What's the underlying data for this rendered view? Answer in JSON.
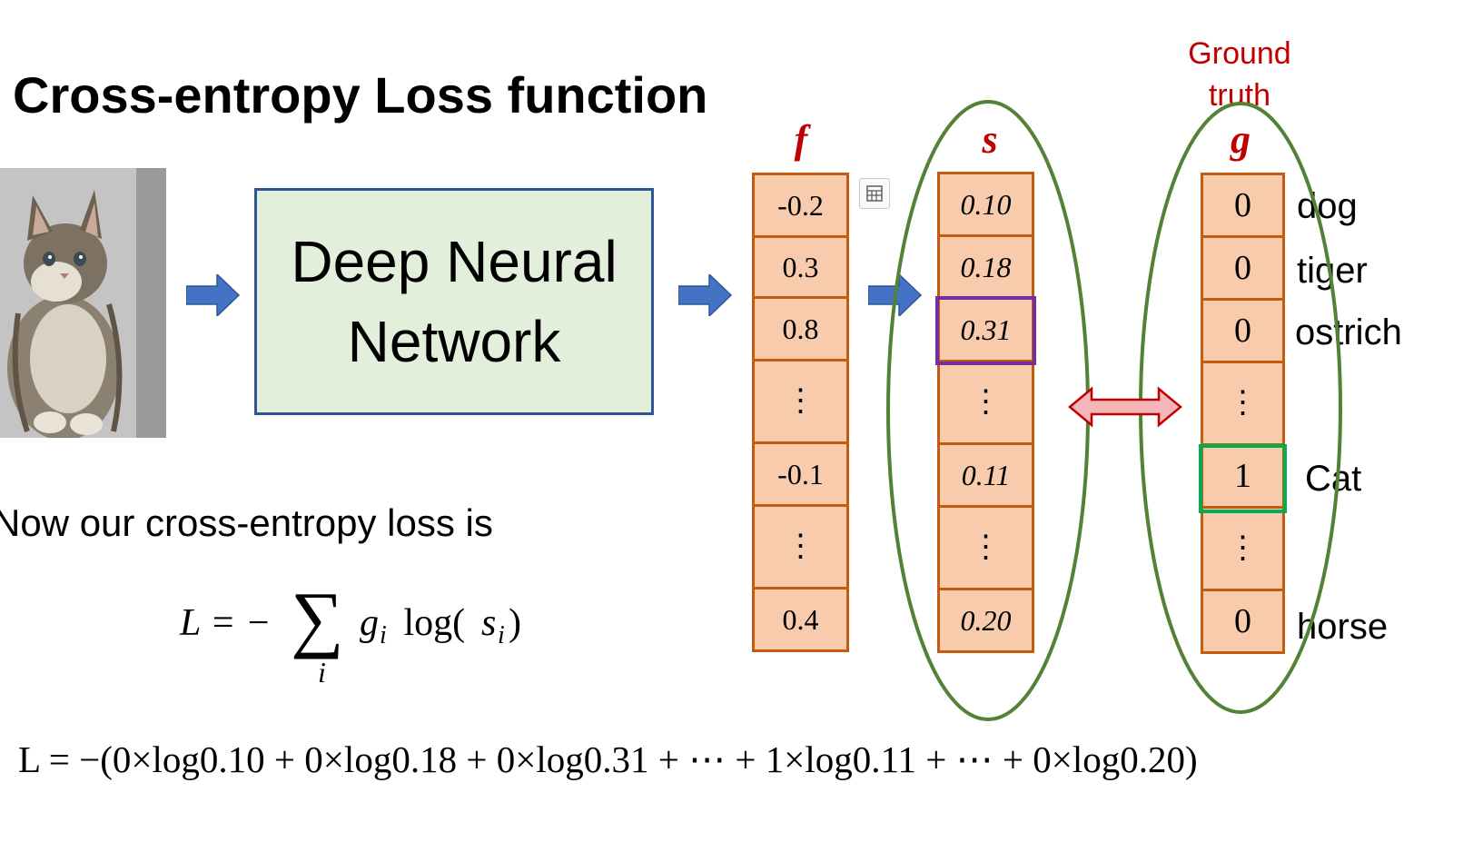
{
  "title": "Cross-entropy Loss function",
  "network_label_line1": "Deep Neural",
  "network_label_line2": "Network",
  "column_f": {
    "header": "f",
    "values": [
      "-0.2",
      "0.3",
      "0.8",
      "⋮",
      "-0.1",
      "⋮",
      "0.4"
    ]
  },
  "column_s": {
    "header": "s",
    "values": [
      "0.10",
      "0.18",
      "0.31",
      "⋮",
      "0.11",
      "⋮",
      "0.20"
    ]
  },
  "column_g": {
    "header": "g",
    "caption": "Ground truth",
    "values": [
      "0",
      "0",
      "0",
      "⋮",
      "1",
      "⋮",
      "0"
    ],
    "class_labels": [
      "dog",
      "tiger",
      "ostrich",
      "Cat",
      "horse"
    ]
  },
  "loss_intro": "Now our cross-entropy loss is",
  "formula_general": {
    "lhs": "L = −",
    "sum_symbol": "∑",
    "sum_index": "i",
    "g": "g",
    "g_sub": "i",
    "log_open": " log(",
    "s": "s",
    "s_sub": "i",
    "close": ")"
  },
  "formula_expanded": "L = −(0×log0.10 + 0×log0.18 + 0×log0.31 + ⋯ + 1×log0.11 + ⋯ + 0×log0.20)",
  "colors": {
    "cell_fill": "#f8cbad",
    "cell_border": "#c55a11",
    "box_fill": "#e2efda",
    "box_border": "#2f5597",
    "arrow_blue": "#4472c4",
    "ellipse_green": "#538135",
    "highlight_purple": "#7030a0",
    "highlight_green": "#00b050",
    "label_red": "#c00000"
  }
}
